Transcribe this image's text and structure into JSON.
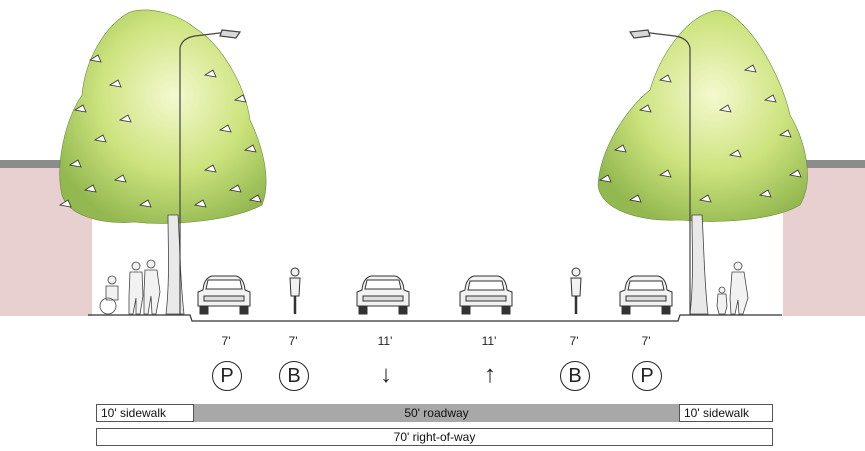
{
  "lanes": [
    {
      "width": "7'",
      "symbol": "P"
    },
    {
      "width": "7'",
      "symbol": "B"
    },
    {
      "width": "11'",
      "symbol": "down-arrow-icon"
    },
    {
      "width": "11'",
      "symbol": "up-arrow-icon"
    },
    {
      "width": "7'",
      "symbol": "B"
    },
    {
      "width": "7'",
      "symbol": "P"
    }
  ],
  "symbols": {
    "parking": "P",
    "bike": "B",
    "down_arrow": "↓",
    "up_arrow": "↑"
  },
  "dimensions": {
    "left_sidewalk": "10' sidewalk",
    "roadway": "50' roadway",
    "right_sidewalk": "10' sidewalk",
    "right_of_way": "70' right-of-way"
  },
  "colors": {
    "building": "#e8cfd0",
    "building_roof": "#8c8c8c",
    "foliage": "#c9e07a",
    "foliage_dark": "#7fa84a",
    "roadway_bar": "#a8a8a8"
  }
}
